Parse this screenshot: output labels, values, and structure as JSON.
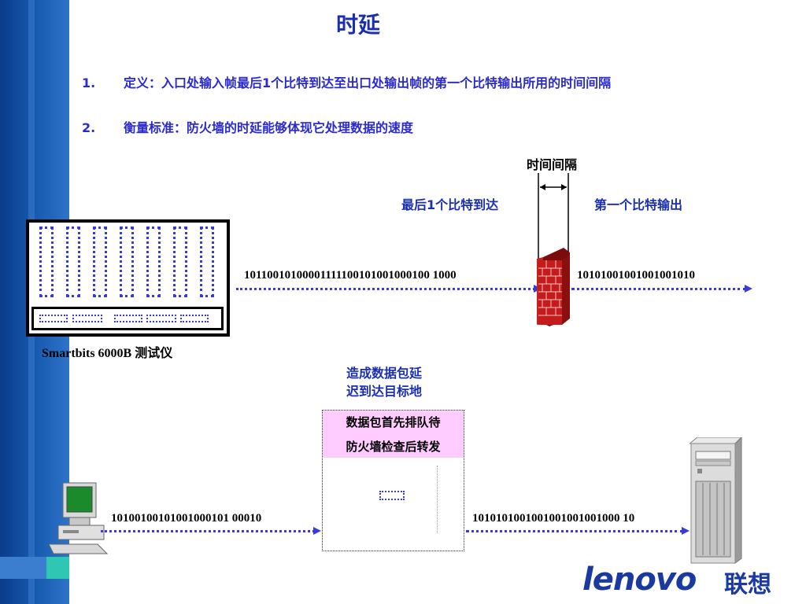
{
  "slide": {
    "title": "时延",
    "bullets": [
      {
        "num": "1.",
        "text": "定义：入口处输入帧最后1个比特到达至出口处输出帧的第一个比特输出所用的时间间隔"
      },
      {
        "num": "2.",
        "text": "衡量标准：防火墙的时延能够体现它处理数据的速度"
      }
    ]
  },
  "diagram_top": {
    "interval_label": "时间间隔",
    "last_bit_label": "最后1个比特到达",
    "first_bit_label": "第一个比特输出",
    "input_bits": "10110010100001111100101001000100 1000",
    "output_bits": "10101001001001001010",
    "device_label": "Smartbits 6000B 测试仪"
  },
  "diagram_bottom": {
    "delay_label_line1": "造成数据包延",
    "delay_label_line2": "迟到达目标地",
    "queue_line1": "数据包首先排队待",
    "queue_line2": "防火墙检查后转发",
    "input_bits": "10100100101001000101 00010",
    "output_bits": "1010101001001001001001000 10"
  },
  "logo": {
    "text": "lenovo",
    "cn": "联想"
  },
  "colors": {
    "accent_blue": "#1a2fb0",
    "dotted_blue": "#3a3ad8",
    "queue_pink": "#ffccff",
    "brick_red": "#b01818"
  }
}
